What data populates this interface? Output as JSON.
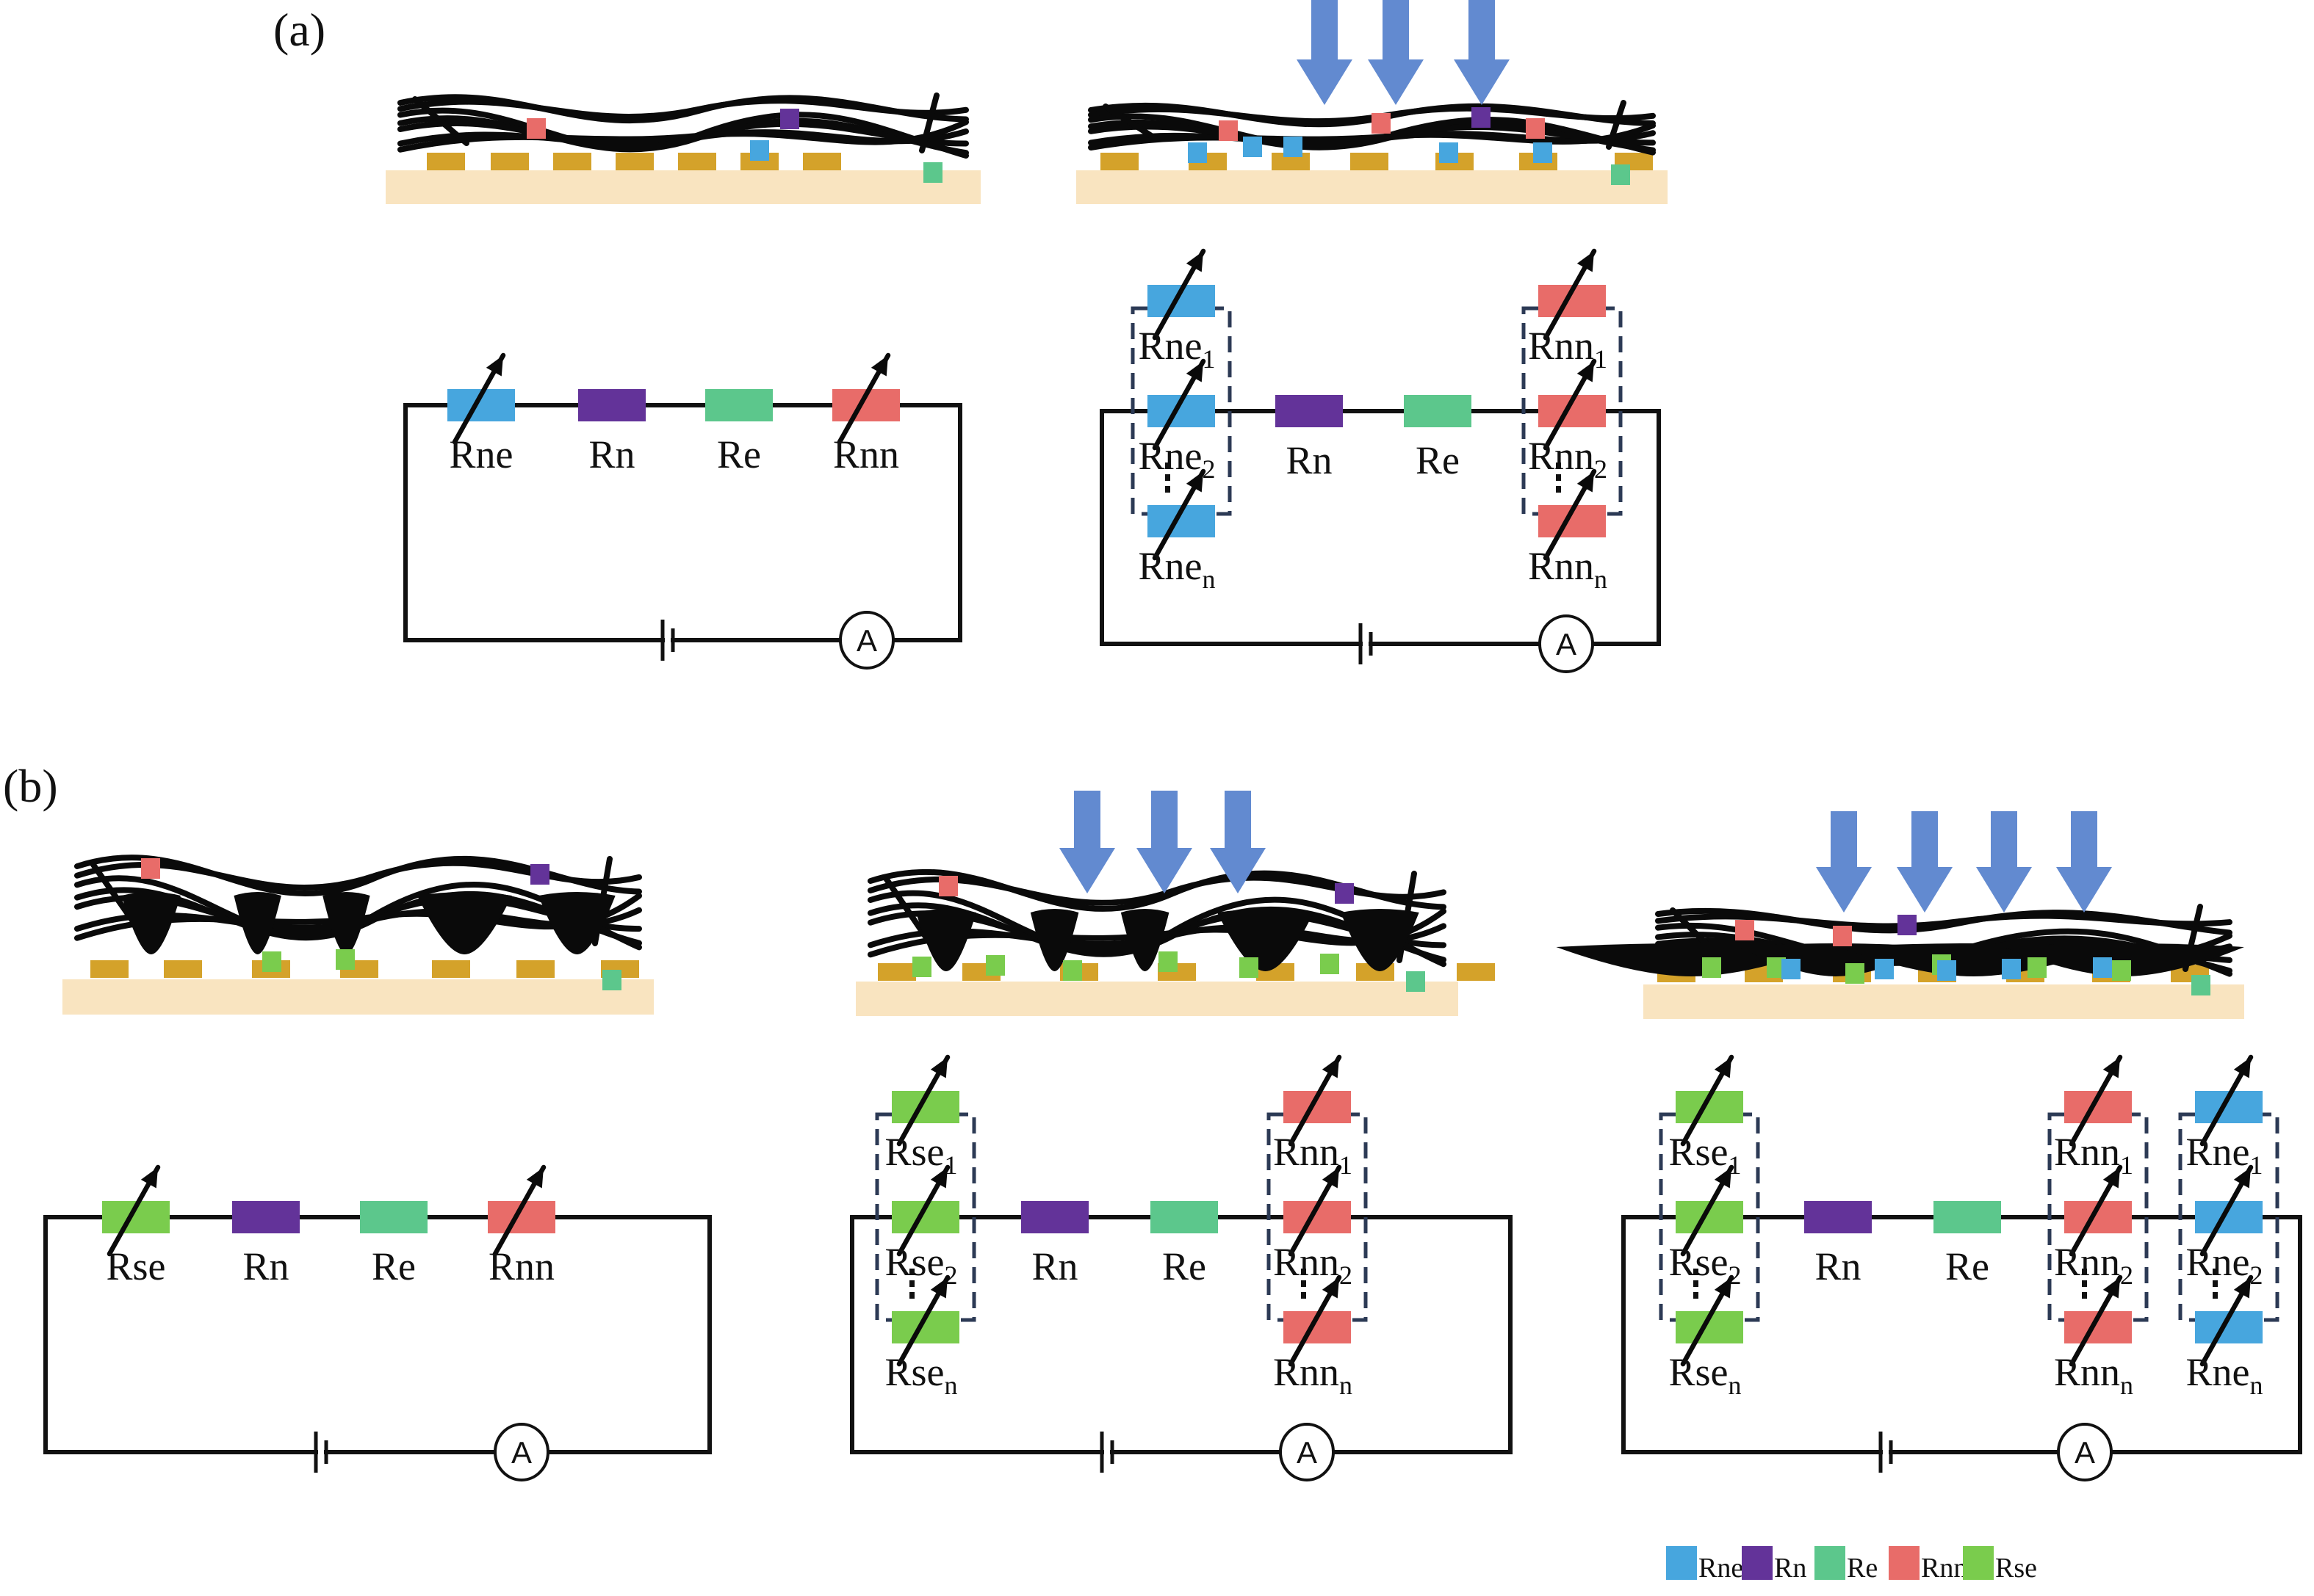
{
  "figure": {
    "panels": [
      {
        "id": "a",
        "label": "(a)"
      },
      {
        "id": "b",
        "label": "(b)"
      }
    ]
  },
  "colors": {
    "Rne": "#47a6de",
    "Rn": "#633399",
    "Re": "#5cc78c",
    "Rnn": "#e86c69",
    "Rse": "#7acc4d",
    "electrode": "#d4a22a",
    "substrate": "#f9e4c0",
    "pressure_arrow": "#628ad0",
    "fiber": "#0a0a0a",
    "dashed_box": "#2c3a55"
  },
  "legend": [
    {
      "key": "Rne",
      "label": "Rne"
    },
    {
      "key": "Rn",
      "label": "Rn"
    },
    {
      "key": "Re",
      "label": "Re"
    },
    {
      "key": "Rnn",
      "label": "Rnn"
    },
    {
      "key": "Rse",
      "label": "Rse"
    }
  ],
  "ammeter_symbol": "A",
  "circuits": [
    {
      "id": "a1",
      "panel": "a",
      "state": "unpressed",
      "elements": [
        {
          "type": "single",
          "key": "Rne",
          "label": "Rne",
          "variable": true
        },
        {
          "type": "single",
          "key": "Rn",
          "label": "Rn",
          "variable": false
        },
        {
          "type": "single",
          "key": "Re",
          "label": "Re",
          "variable": false
        },
        {
          "type": "single",
          "key": "Rnn",
          "label": "Rnn",
          "variable": true
        }
      ]
    },
    {
      "id": "a2",
      "panel": "a",
      "state": "pressed",
      "elements": [
        {
          "type": "parallel",
          "key": "Rne",
          "base": "Rne",
          "subs": [
            "1",
            "2",
            "n"
          ]
        },
        {
          "type": "single",
          "key": "Rn",
          "label": "Rn",
          "variable": false
        },
        {
          "type": "single",
          "key": "Re",
          "label": "Re",
          "variable": false
        },
        {
          "type": "parallel",
          "key": "Rnn",
          "base": "Rnn",
          "subs": [
            "1",
            "2",
            "n"
          ]
        }
      ]
    },
    {
      "id": "b1",
      "panel": "b",
      "state": "unpressed",
      "elements": [
        {
          "type": "single",
          "key": "Rse",
          "label": "Rse",
          "variable": true
        },
        {
          "type": "single",
          "key": "Rn",
          "label": "Rn",
          "variable": false
        },
        {
          "type": "single",
          "key": "Re",
          "label": "Re",
          "variable": false
        },
        {
          "type": "single",
          "key": "Rnn",
          "label": "Rnn",
          "variable": true
        }
      ]
    },
    {
      "id": "b2",
      "panel": "b",
      "state": "light-pressure",
      "elements": [
        {
          "type": "parallel",
          "key": "Rse",
          "base": "Rse",
          "subs": [
            "1",
            "2",
            "n"
          ]
        },
        {
          "type": "single",
          "key": "Rn",
          "label": "Rn",
          "variable": false
        },
        {
          "type": "single",
          "key": "Re",
          "label": "Re",
          "variable": false
        },
        {
          "type": "parallel",
          "key": "Rnn",
          "base": "Rnn",
          "subs": [
            "1",
            "2",
            "n"
          ]
        }
      ]
    },
    {
      "id": "b3",
      "panel": "b",
      "state": "high-pressure",
      "elements": [
        {
          "type": "parallel",
          "key": "Rse",
          "base": "Rse",
          "subs": [
            "1",
            "2",
            "n"
          ]
        },
        {
          "type": "single",
          "key": "Rn",
          "label": "Rn",
          "variable": false
        },
        {
          "type": "single",
          "key": "Re",
          "label": "Re",
          "variable": false
        },
        {
          "type": "parallel",
          "key": "Rnn",
          "base": "Rnn",
          "subs": [
            "1",
            "2",
            "n"
          ]
        },
        {
          "type": "parallel",
          "key": "Rne",
          "base": "Rne",
          "subs": [
            "1",
            "2",
            "n"
          ]
        }
      ]
    }
  ],
  "schematics": [
    {
      "id": "a1",
      "panel": "a",
      "pressure_arrows": 0,
      "web": "plain",
      "contacts": [
        "Rnn",
        "Rn",
        "Rne",
        "Re"
      ]
    },
    {
      "id": "a2",
      "panel": "a",
      "pressure_arrows": 3,
      "web": "plain-compressed",
      "contacts": [
        "Rnn",
        "Rnn",
        "Rnn",
        "Rn",
        "Rne",
        "Rne",
        "Rne",
        "Rne",
        "Rne",
        "Re"
      ]
    },
    {
      "id": "b1",
      "panel": "b",
      "pressure_arrows": 0,
      "web": "with-droplets",
      "contacts": [
        "Rnn",
        "Rn",
        "Rse",
        "Rse",
        "Re"
      ]
    },
    {
      "id": "b2",
      "panel": "b",
      "pressure_arrows": 3,
      "web": "with-droplets-compressed",
      "contacts": [
        "Rnn",
        "Rn",
        "Rse",
        "Rse",
        "Rse",
        "Rse",
        "Rse",
        "Rse",
        "Re"
      ]
    },
    {
      "id": "b3",
      "panel": "b",
      "pressure_arrows": 4,
      "web": "with-droplets-flattened",
      "contacts": [
        "Rnn",
        "Rnn",
        "Rn",
        "Rse",
        "Rse",
        "Rse",
        "Rse",
        "Rse",
        "Rse",
        "Rne",
        "Rne",
        "Rne",
        "Rne",
        "Rne",
        "Re"
      ]
    }
  ]
}
